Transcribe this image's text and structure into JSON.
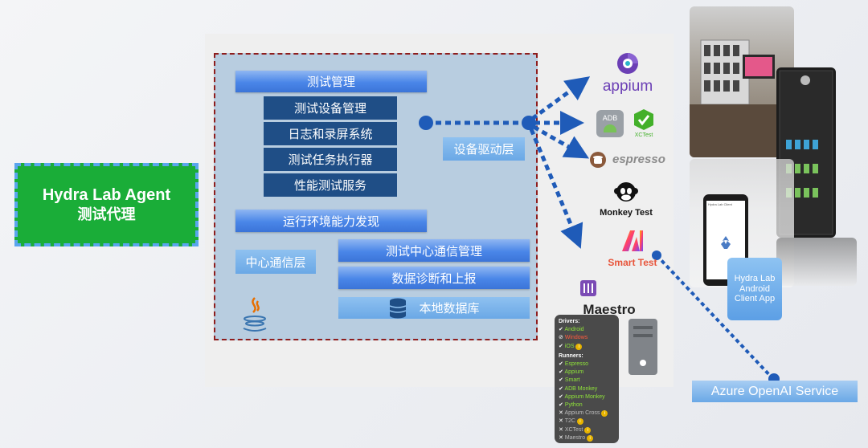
{
  "agent": {
    "title": "Hydra Lab Agent",
    "subtitle": "测试代理"
  },
  "blocks": {
    "test_mgmt": "测试管理",
    "device_mgmt": "测试设备管理",
    "log_screen": "日志和录屏系统",
    "task_exec": "测试任务执行器",
    "perf": "性能测试服务",
    "env_discovery": "运行环境能力发现",
    "comm_layer": "中心通信层",
    "center_comm": "测试中心通信管理",
    "diagnosis": "数据诊断和上报",
    "local_db": "本地数据库",
    "driver_layer": "设备驱动层"
  },
  "tools": {
    "appium": "appium",
    "adb": "ADB",
    "xctest": "XCTest",
    "espresso": "espresso",
    "monkey": "Monkey Test",
    "smart": "Smart Test",
    "maestro": "Maestro"
  },
  "colors": {
    "appium": "#6b3fb5",
    "smart": "#e8543a",
    "espresso_bg": "#8b5a3c",
    "xctest": "#43b02a"
  },
  "checklist": {
    "drivers_header": "Drivers:",
    "drivers": [
      {
        "label": "Android",
        "state": "ok"
      },
      {
        "label": "Windows",
        "state": "bad"
      },
      {
        "label": "iOS",
        "state": "ok",
        "info": "i"
      }
    ],
    "runners_header": "Runners:",
    "runners": [
      {
        "label": "Espresso",
        "state": "ok"
      },
      {
        "label": "Appium",
        "state": "ok"
      },
      {
        "label": "Smart",
        "state": "ok"
      },
      {
        "label": "ADB Monkey",
        "state": "ok"
      },
      {
        "label": "Appium Monkey",
        "state": "ok"
      },
      {
        "label": "Python",
        "state": "ok"
      },
      {
        "label": "Appium Cross",
        "state": "off",
        "info": "i"
      },
      {
        "label": "T2C",
        "state": "off",
        "info": "i"
      },
      {
        "label": "XCTest",
        "state": "off",
        "info": "i"
      },
      {
        "label": "Maestro",
        "state": "off",
        "info": "i"
      }
    ]
  },
  "client_app": "Hydra Lab Android Client App",
  "azure": "Azure OpenAI Service",
  "phone_header": "Hydra Lab Client"
}
